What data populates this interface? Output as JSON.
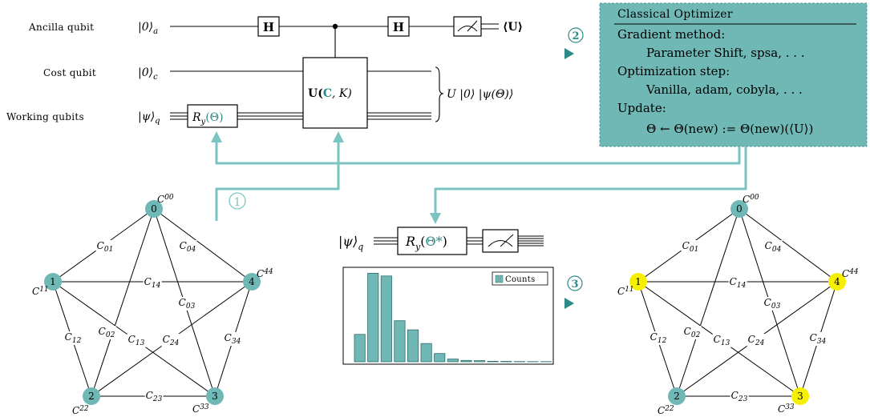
{
  "circuit": {
    "row_labels": {
      "ancilla": "Ancilla qubit",
      "cost": "Cost qubit",
      "working": "Working qubits"
    },
    "kets": {
      "ancilla": "|0⟩",
      "ancilla_sub": "a",
      "cost": "|0⟩",
      "cost_sub": "c",
      "working": "|ψ⟩",
      "working_sub": "q"
    },
    "gates": {
      "h1": "H",
      "h2": "H",
      "ry": "R",
      "ry_sub": "y",
      "ry_arg": "(Θ)",
      "u_main": "U(",
      "u_c": "C",
      "u_rest": ", K)"
    },
    "outputs": {
      "expect": "⟨U⟩",
      "state": "U |0⟩ |ψ(Θ)⟩"
    }
  },
  "optimizer": {
    "title": "Classical Optimizer",
    "lines": [
      "Gradient method:",
      "Parameter Shift, spsa, . . .",
      "Optimization step:",
      "Vanilla, adam, cobyla, . . .",
      "Update:",
      "Θ ← Θ(new) := Θ(new)(⟨U⟩)"
    ]
  },
  "steps": {
    "one": "1",
    "two": "2",
    "three": "3"
  },
  "final_circuit": {
    "ket": "|ψ⟩",
    "ket_sub": "q",
    "gate": "R",
    "gate_sub": "y",
    "gate_arg_open": "(",
    "gate_theta": "Θ*",
    "gate_arg_close": ")"
  },
  "histogram": {
    "legend": "Counts",
    "values": [
      0.3,
      0.97,
      0.94,
      0.45,
      0.35,
      0.2,
      0.09,
      0.03,
      0.015,
      0.012,
      0.005,
      0.004,
      0.003,
      0.002,
      0.002
    ]
  },
  "graph_left": {
    "nodes": [
      "0",
      "1",
      "2",
      "3",
      "4"
    ],
    "self_labels": [
      "C00",
      "C11",
      "C22",
      "C33",
      "C44"
    ],
    "edges": [
      {
        "a": 0,
        "b": 1,
        "label": "C01"
      },
      {
        "a": 0,
        "b": 2,
        "label": "C02"
      },
      {
        "a": 0,
        "b": 3,
        "label": "C03"
      },
      {
        "a": 0,
        "b": 4,
        "label": "C04"
      },
      {
        "a": 1,
        "b": 2,
        "label": "C12"
      },
      {
        "a": 1,
        "b": 3,
        "label": "C13"
      },
      {
        "a": 1,
        "b": 4,
        "label": "C14"
      },
      {
        "a": 2,
        "b": 3,
        "label": "C23"
      },
      {
        "a": 2,
        "b": 4,
        "label": "C24"
      },
      {
        "a": 3,
        "b": 4,
        "label": "C34"
      }
    ],
    "node_colors": [
      "#6fb8b5",
      "#6fb8b5",
      "#6fb8b5",
      "#6fb8b5",
      "#6fb8b5"
    ]
  },
  "graph_right": {
    "node_colors": [
      "#6fb8b5",
      "#f5ef00",
      "#6fb8b5",
      "#f5ef00",
      "#f5ef00"
    ]
  },
  "colors": {
    "teal_box": "#6fb8b5",
    "arrow": "#7cc4c2",
    "accent_text": "#2b8a87",
    "yellow": "#f5ef00"
  }
}
